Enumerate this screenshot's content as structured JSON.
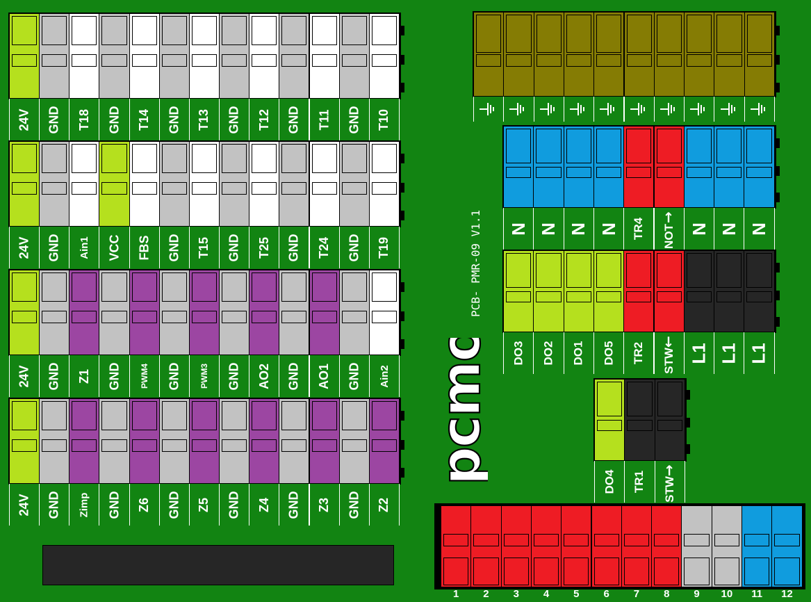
{
  "colors": {
    "board": "#128412",
    "lime": "#b5e01e",
    "grey": "#c2c2c2",
    "white": "#ffffff",
    "purple": "#9c46a2",
    "olive": "#857c04",
    "blue": "#109cde",
    "red": "#ee1c24",
    "black": "#262626"
  },
  "board_label": "PCB- PMR-09 V1.1",
  "logo_text": "pcmo",
  "left_blocks": [
    {
      "terminals": [
        "lime",
        "grey",
        "white",
        "grey",
        "white",
        "grey",
        "white",
        "grey",
        "white",
        "grey",
        "white",
        "grey",
        "white"
      ],
      "labels": [
        "24V",
        "GND",
        "T18",
        "GND",
        "T14",
        "GND",
        "T13",
        "GND",
        "T12",
        "GND",
        "T11",
        "GND",
        "T10"
      ]
    },
    {
      "terminals": [
        "lime",
        "grey",
        "white",
        "lime",
        "white",
        "grey",
        "white",
        "grey",
        "white",
        "grey",
        "white",
        "grey",
        "white"
      ],
      "labels": [
        "24V",
        "GND",
        "Ain1",
        "VCC",
        "FBS",
        "GND",
        "T15",
        "GND",
        "T25",
        "GND",
        "T24",
        "GND",
        "T19"
      ]
    },
    {
      "terminals": [
        "lime",
        "grey",
        "purple",
        "grey",
        "purple",
        "grey",
        "purple",
        "grey",
        "purple",
        "grey",
        "purple",
        "grey",
        "white"
      ],
      "labels": [
        "24V",
        "GND",
        "Z1",
        "GND",
        "PWM4",
        "GND",
        "PWM3",
        "GND",
        "AO2",
        "GND",
        "AO1",
        "GND",
        "Ain2"
      ]
    },
    {
      "terminals": [
        "lime",
        "grey",
        "purple",
        "grey",
        "purple",
        "grey",
        "purple",
        "grey",
        "purple",
        "grey",
        "purple",
        "grey",
        "purple"
      ],
      "labels": [
        "24V",
        "GND",
        "Zimp",
        "GND",
        "Z6",
        "GND",
        "Z5",
        "GND",
        "Z4",
        "GND",
        "Z3",
        "GND",
        "Z2"
      ]
    }
  ],
  "olive_block": {
    "terminals": [
      "olive",
      "olive",
      "olive",
      "olive",
      "olive",
      "olive",
      "olive",
      "olive",
      "olive",
      "olive"
    ],
    "ground_icon": "ground-symbol"
  },
  "blue_block": {
    "terminals": [
      "blue",
      "blue",
      "blue",
      "blue",
      "red",
      "red",
      "blue",
      "blue",
      "blue"
    ],
    "labels": [
      "N",
      "N",
      "N",
      "N",
      "TR4",
      "NOT",
      "N",
      "N",
      "N"
    ],
    "arrows": [
      "",
      "",
      "",
      "",
      "",
      "up",
      "",
      "",
      ""
    ]
  },
  "lime_block": {
    "terminals": [
      "lime",
      "lime",
      "lime",
      "lime",
      "red",
      "red",
      "black",
      "black",
      "black"
    ],
    "labels": [
      "DO3",
      "DO2",
      "DO1",
      "DO5",
      "TR2",
      "STW",
      "L1",
      "L1",
      "L1"
    ],
    "arrows": [
      "",
      "",
      "",
      "",
      "",
      "down",
      "",
      "",
      ""
    ]
  },
  "small_block": {
    "terminals": [
      "lime",
      "black",
      "black"
    ],
    "labels": [
      "DO4",
      "TR1",
      "STW"
    ],
    "arrows": [
      "",
      "",
      "up"
    ]
  },
  "bottom_block": {
    "terminals": [
      "red",
      "red",
      "red",
      "red",
      "red",
      "red",
      "red",
      "red",
      "grey",
      "grey",
      "blue",
      "blue"
    ],
    "numbers": [
      "1",
      "2",
      "3",
      "4",
      "5",
      "6",
      "7",
      "8",
      "9",
      "10",
      "11",
      "12"
    ]
  }
}
